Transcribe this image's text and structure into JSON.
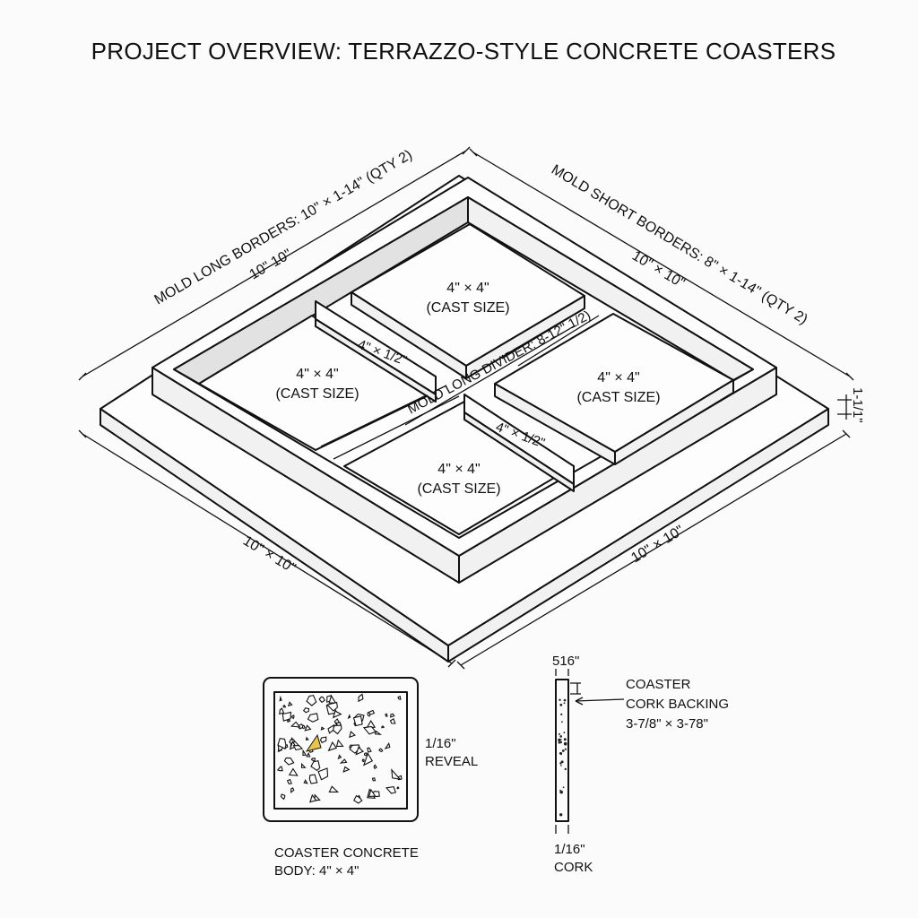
{
  "title": "PROJECT OVERVIEW: TERRAZZO-STYLE CONCRETE COASTERS",
  "mold": {
    "long_borders_label": "MOLD LONG BORDERS: 10\" × 1-14\" (QTY 2)",
    "long_borders_dim": "10\" 10\"",
    "short_borders_label": "MOLD SHORT BORDERS: 8\" × 1-14\" (QTY 2)",
    "short_borders_dim": "10\" × 10\"",
    "long_divider_label": "MOLD LONG DIVIDER: 8-12\" 1/2)",
    "divider_dim_1": "4\" × 1/2\"",
    "divider_dim_2": "4\" × 1/2\"",
    "base_dim_left": "10\" × 10\"",
    "base_dim_right": "10\" × 10\"",
    "base_thickness": "1-1/1\"",
    "cells": [
      {
        "size": "4\" × 4\"",
        "note": "(CAST SIZE)"
      },
      {
        "size": "4\" × 4\"",
        "note": "(CAST SIZE)"
      },
      {
        "size": "4\" × 4\"",
        "note": "(CAST SIZE)"
      },
      {
        "size": "4\" × 4\"",
        "note": "(CAST SIZE)"
      }
    ]
  },
  "coaster": {
    "reveal_line1": "1/16\"",
    "reveal_line2": "REVEAL",
    "body_line1": "COASTER CONCRETE",
    "body_line2": "BODY: 4\" × 4\""
  },
  "cork": {
    "top_dim": "516\"",
    "label_line1": "COASTER",
    "label_line2": "CORK BACKING",
    "label_line3": "3-7/8\" × 3-78\"",
    "thk_line1": "1/16\"",
    "thk_line2": "CORK"
  }
}
